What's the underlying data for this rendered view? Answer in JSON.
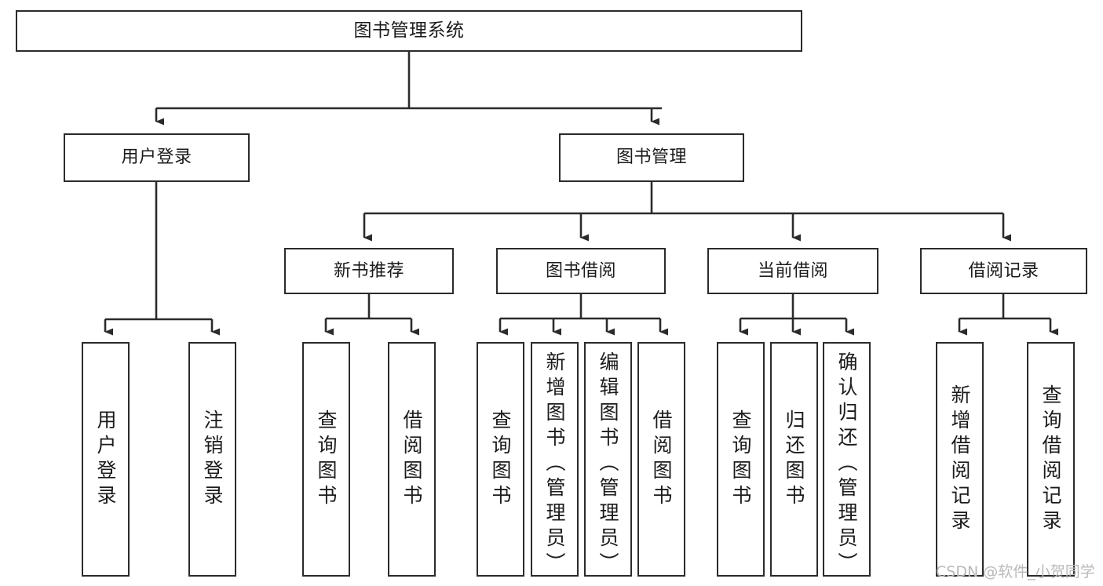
{
  "diagram": {
    "type": "tree",
    "title": "图书管理系统",
    "orientation": "top-down",
    "colors": {
      "box_border": "#2b2b2b",
      "box_fill": "#ffffff",
      "edge": "#2b2b2b",
      "text": "#1b1b1b",
      "watermark": "#b9b9b9",
      "background": "#ffffff"
    }
  },
  "nodes": {
    "root": {
      "label": "图书管理系统"
    },
    "level2": [
      {
        "id": "user-login",
        "label": "用户登录"
      },
      {
        "id": "book-manage",
        "label": "图书管理"
      }
    ],
    "level3": [
      {
        "id": "new-book-recommend",
        "label": "新书推荐"
      },
      {
        "id": "book-borrow",
        "label": "图书借阅"
      },
      {
        "id": "current-borrow",
        "label": "当前借阅"
      },
      {
        "id": "borrow-record",
        "label": "借阅记录"
      }
    ],
    "leaves": {
      "user_login": [
        {
          "id": "leaf-user-login",
          "label": "用户登录"
        },
        {
          "id": "leaf-logout",
          "label": "注销登录"
        }
      ],
      "new_book_recommend": [
        {
          "id": "leaf-query-book-1",
          "label": "查询图书"
        },
        {
          "id": "leaf-borrow-book-1",
          "label": "借阅图书"
        }
      ],
      "book_borrow": [
        {
          "id": "leaf-query-book-2",
          "label": "查询图书"
        },
        {
          "id": "leaf-add-book",
          "label": "新增图书（管理员）"
        },
        {
          "id": "leaf-edit-book",
          "label": "编辑图书（管理员）"
        },
        {
          "id": "leaf-borrow-book-2",
          "label": "借阅图书"
        }
      ],
      "current_borrow": [
        {
          "id": "leaf-query-book-3",
          "label": "查询图书"
        },
        {
          "id": "leaf-return-book",
          "label": "归还图书"
        },
        {
          "id": "leaf-confirm-return",
          "label": "确认归还（管理员）"
        }
      ],
      "borrow_record": [
        {
          "id": "leaf-add-record",
          "label": "新增借阅记录"
        },
        {
          "id": "leaf-query-record",
          "label": "查询借阅记录"
        }
      ]
    }
  },
  "watermark": {
    "text": "CSDN @软件_小贺同学"
  }
}
